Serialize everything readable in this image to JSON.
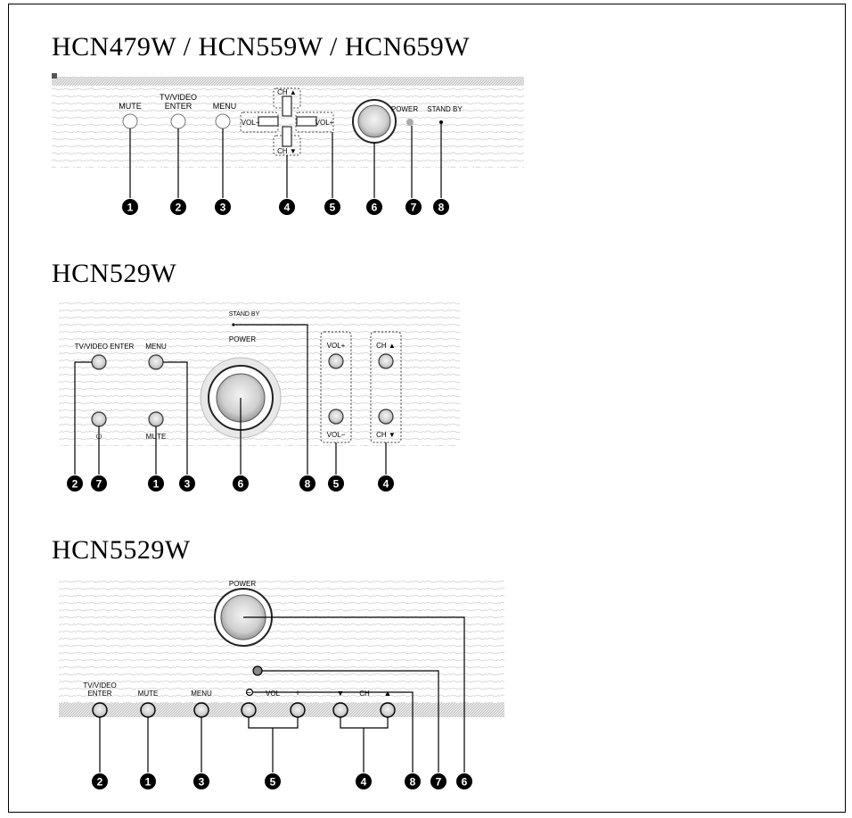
{
  "sections": [
    {
      "title": "HCN479W / HCN559W / HCN659W",
      "labels": {
        "mute": "MUTE",
        "tvvideo_1": "TV/VIDEO",
        "tvvideo_2": "ENTER",
        "menu": "MENU",
        "ch_up": "CH ▲",
        "ch_down": "CH ▼",
        "vol_minus": "VOL−",
        "vol_plus": "VOL+",
        "power": "POWER",
        "standby": "STAND BY"
      },
      "callouts": [
        "1",
        "2",
        "3",
        "4",
        "5",
        "6",
        "7",
        "8"
      ]
    },
    {
      "title": "HCN529W",
      "labels": {
        "standby": "STAND BY",
        "power": "POWER",
        "tvvideo": "TV/VIDEO ENTER",
        "menu": "MENU",
        "mute": "MUTE",
        "vol_plus": "VOL+",
        "vol_minus": "VOL−",
        "ch_up": "CH ▲",
        "ch_down": "CH ▼",
        "power_symbol": "⏻"
      },
      "callouts": [
        "2",
        "7",
        "1",
        "3",
        "6",
        "8",
        "5",
        "4"
      ]
    },
    {
      "title": "HCN5529W",
      "labels": {
        "power": "POWER",
        "tvvideo_1": "TV/VIDEO",
        "tvvideo_2": "ENTER",
        "mute": "MUTE",
        "menu": "MENU",
        "vol_minus": "−",
        "vol": "VOL",
        "vol_plus": "+",
        "ch_down": "▼",
        "ch": "CH",
        "ch_up": "▲"
      },
      "callouts": [
        "2",
        "1",
        "3",
        "5",
        "4",
        "8",
        "7",
        "6"
      ]
    }
  ]
}
